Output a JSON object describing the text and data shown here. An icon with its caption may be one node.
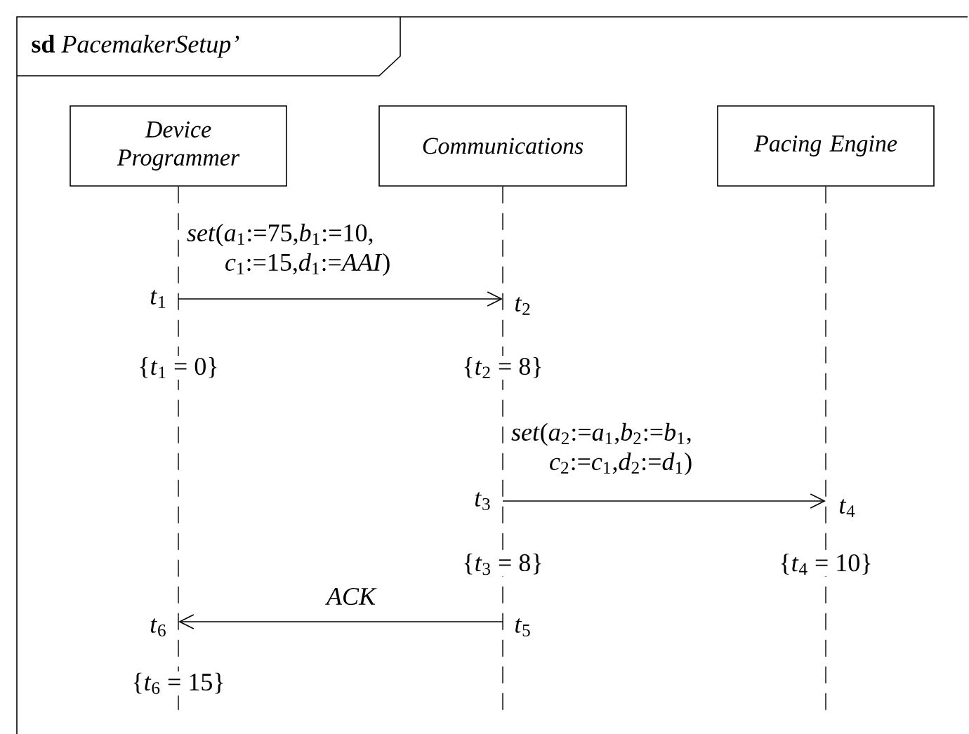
{
  "diagram": {
    "nodes": [
      {
        "text": [
          "**sd** *PacemakerSetup’*"
        ]
      },
      {
        "text": [
          "Device Programmer"
        ],
        "in": 0
      },
      {
        "text": [
          "Communications"
        ],
        "in": 0
      },
      {
        "text": [
          "Pacing Engine"
        ],
        "in": 0
      }
    ],
    "edges": [
      {
        "from": 1,
        "to": 2,
        "arrow": "to",
        "label": "*set*(*a*$_{1}$:=75,*b*$_{1}$:=10, *c*$_{1}$:=15,*d*$_{1}$:=*AAI*)"
      },
      {
        "from": 2,
        "to": 3,
        "arrow": "to",
        "label": "*set*(*a*$_{2}$:=*a*$_{1}$,*b*$_{2}$:=*b*$_{1}$, *c*$_{2}$:=*c*$_{1}$,*d*$_{2}$:=*d*$_{1}$)"
      },
      {
        "from": 2,
        "to": 1,
        "arrow": "to",
        "label": "ACK"
      }
    ],
    "labels": [
      "*t*$_{1}$",
      "*t*$_{2}$",
      "{*t*$_{1}$ = 0}",
      "{*t*$_{2}$ = 8}",
      "*t*$_{3}$",
      "*t*$_{4}$",
      "{*t*$_{3}$ = 8}",
      "{*t*$_{4}$ = 10}",
      "*t*$_{6}$",
      "*t*$_{5}$",
      "{*t*$_{6}$ = 15}"
    ]
  }
}
